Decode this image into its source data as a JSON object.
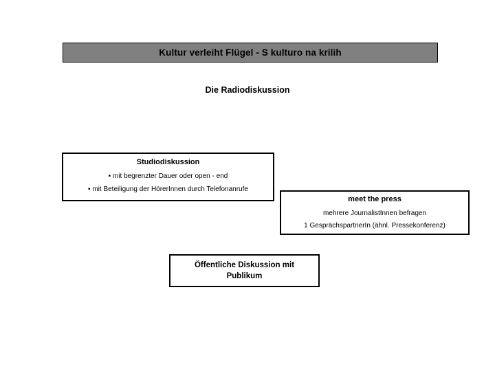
{
  "slide": {
    "title": "Kultur verleiht Flügel - S kulturo na krilih",
    "subtitle": "Die Radiodiskussion",
    "title_bar_color": "#808080",
    "background_color": "#ffffff",
    "border_color": "#000000"
  },
  "boxes": [
    {
      "id": "studiodiskussion",
      "heading": "Studiodiskussion",
      "lines": [
        "▪ mit begrenzter Dauer oder open - end",
        "▪ mit Beteiligung der HörerInnen durch Telefonanrufe"
      ]
    },
    {
      "id": "meet-the-press",
      "heading": "meet the press",
      "lines": [
        "mehrere JournalistInnen befragen",
        "1 GesprächspartnerIn (ähnl. Pressekonferenz)"
      ]
    },
    {
      "id": "oeffentliche-diskussion",
      "heading_line1": "Öffentliche Diskussion mit",
      "heading_line2": "Publikum"
    }
  ]
}
